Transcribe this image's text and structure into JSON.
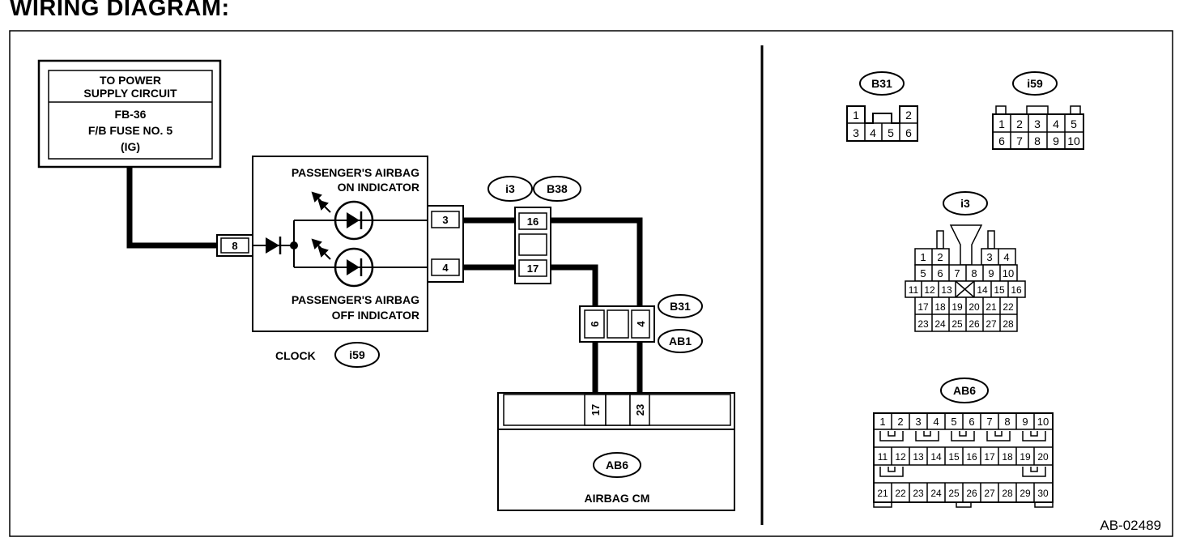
{
  "title": "WIRING DIAGRAM:",
  "figure_id": "AB-02489",
  "power_box": {
    "line1": "TO POWER",
    "line2": "SUPPLY CIRCUIT",
    "line3": "FB-36",
    "line4": "F/B FUSE NO. 5",
    "line5": "(IG)"
  },
  "clock": {
    "on_line1": "PASSENGER'S AIRBAG",
    "on_line2": "ON INDICATOR",
    "off_line1": "PASSENGER'S AIRBAG",
    "off_line2": "OFF INDICATOR",
    "label": "CLOCK",
    "connector": "i59",
    "pin_in": "8",
    "pin_on": "3",
    "pin_off": "4"
  },
  "junction": {
    "conn_a": "i3",
    "conn_b": "B38",
    "pin_top": "16",
    "pin_bottom": "17"
  },
  "b31_junction": {
    "conn_a": "B31",
    "conn_b": "AB1",
    "pin_left": "6",
    "pin_right": "4"
  },
  "airbag_cm": {
    "label": "AIRBAG CM",
    "connector": "AB6",
    "pin_left": "17",
    "pin_right": "23"
  },
  "connector_views": {
    "b31": {
      "name": "B31",
      "row1": [
        "1",
        "2"
      ],
      "row2": [
        "3",
        "4",
        "5",
        "6"
      ]
    },
    "i59": {
      "name": "i59",
      "row1": [
        "1",
        "2",
        "3",
        "4",
        "5"
      ],
      "row2": [
        "6",
        "7",
        "8",
        "9",
        "10"
      ]
    },
    "i3": {
      "name": "i3",
      "row1": [
        "1",
        "2",
        "3",
        "4"
      ],
      "row2": [
        "5",
        "6",
        "7",
        "8",
        "9",
        "10"
      ],
      "row3": [
        "11",
        "12",
        "13",
        "14",
        "15",
        "16"
      ],
      "row4": [
        "17",
        "18",
        "19",
        "20",
        "21",
        "22"
      ],
      "row5": [
        "23",
        "24",
        "25",
        "26",
        "27",
        "28"
      ]
    },
    "ab6": {
      "name": "AB6",
      "row1": [
        "1",
        "2",
        "3",
        "4",
        "5",
        "6",
        "7",
        "8",
        "9",
        "10"
      ],
      "row2": [
        "11",
        "12",
        "13",
        "14",
        "15",
        "16",
        "17",
        "18",
        "19",
        "20"
      ],
      "row3": [
        "21",
        "22",
        "23",
        "24",
        "25",
        "26",
        "27",
        "28",
        "29",
        "30"
      ]
    }
  }
}
